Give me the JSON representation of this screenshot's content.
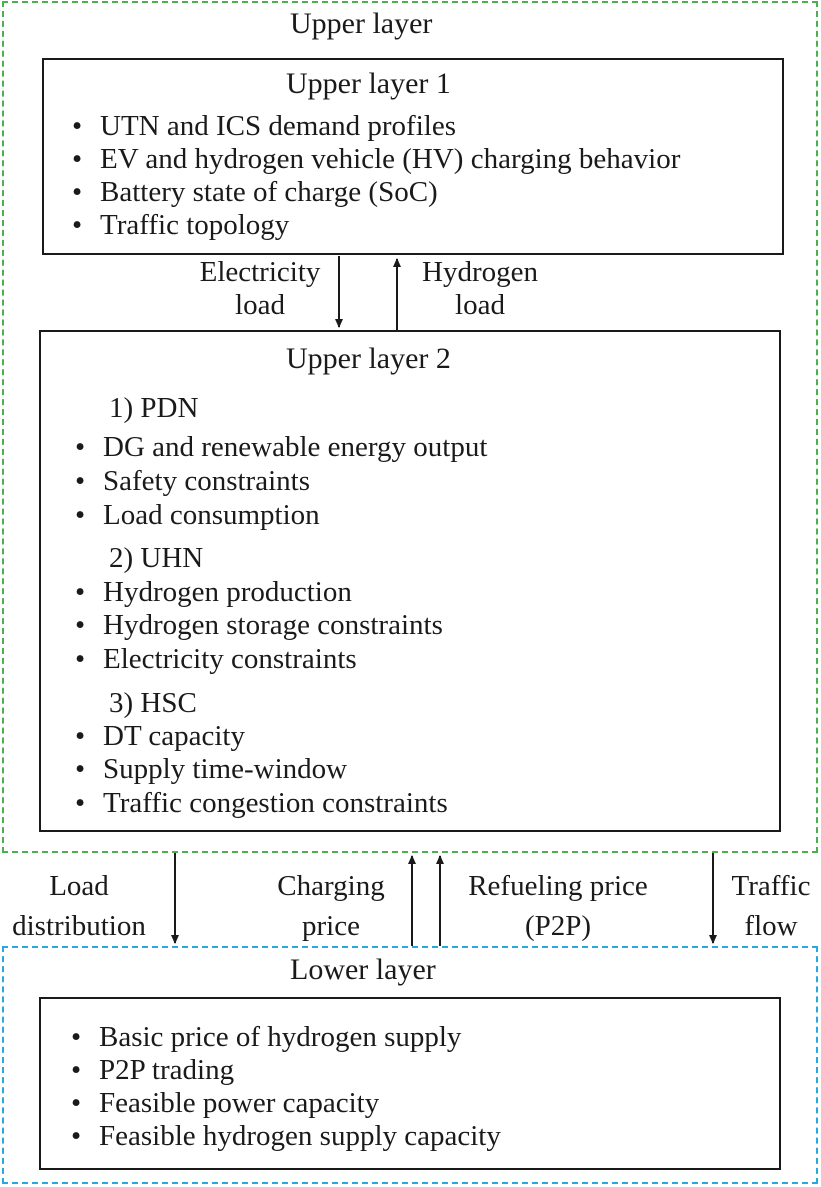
{
  "upper_layer": {
    "title": "Upper layer",
    "upper_layer_1": {
      "title": "Upper layer 1",
      "items": [
        "UTN and ICS demand profiles",
        "EV and hydrogen vehicle (HV) charging behavior",
        "Battery state of charge (SoC)",
        "Traffic topology"
      ]
    },
    "flows": {
      "electricity_load_1": "Electricity",
      "electricity_load_2": "load",
      "hydrogen_load_1": "Hydrogen",
      "hydrogen_load_2": "load"
    },
    "upper_layer_2": {
      "title": "Upper layer 2",
      "pdn": {
        "heading": "1) PDN",
        "items": [
          "DG and renewable energy output",
          "Safety constraints",
          "Load consumption"
        ]
      },
      "uhn": {
        "heading": "2) UHN",
        "items": [
          "Hydrogen production",
          "Hydrogen storage constraints",
          "Electricity constraints"
        ]
      },
      "hsc": {
        "heading": "3) HSC",
        "items": [
          "DT capacity",
          "Supply time-window",
          "Traffic congestion constraints"
        ]
      }
    }
  },
  "interlayer": {
    "load_distribution_1": "Load",
    "load_distribution_2": "distribution",
    "charging_price_1": "Charging",
    "charging_price_2": "price",
    "refueling_price_1": "Refueling price",
    "refueling_price_2": "(P2P)",
    "traffic_flow_1": "Traffic",
    "traffic_flow_2": "flow"
  },
  "lower_layer": {
    "title": "Lower layer",
    "items": [
      "Basic price of hydrogen supply",
      "P2P trading",
      "Feasible power capacity",
      "Feasible hydrogen supply capacity"
    ]
  },
  "colors": {
    "upper_border": "#4caf50",
    "lower_border": "#29a8e0",
    "ink": "#1a1a1a"
  }
}
